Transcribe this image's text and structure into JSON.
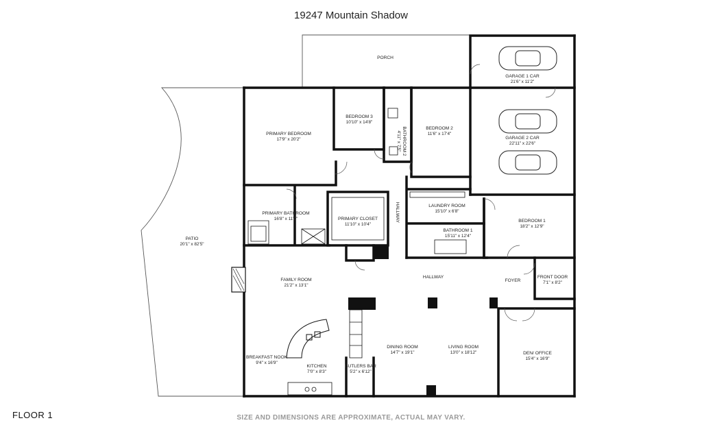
{
  "title": "19247 Mountain Shadow",
  "floor_label": "FLOOR 1",
  "footer_note": "SIZE AND DIMENSIONS ARE APPROXIMATE, ACTUAL MAY VARY.",
  "rooms": {
    "porch": {
      "name": "PORCH"
    },
    "garage1": {
      "name": "GARAGE 1 CAR",
      "dim": "21'6\" x 11'2\""
    },
    "garage2": {
      "name": "GARAGE 2 CAR",
      "dim": "22'11\" x 22'6\""
    },
    "primary_bedroom": {
      "name": "PRIMARY BEDROOM",
      "dim": "17'9\" x 20'2\""
    },
    "bedroom3": {
      "name": "BEDROOM 3",
      "dim": "10'10\" x 14'8\""
    },
    "bathroom2": {
      "name": "BATHROOM 2",
      "dim": "4'11\" x 7'5\""
    },
    "bedroom2": {
      "name": "BEDROOM 2",
      "dim": "11'6\" x 17'4\""
    },
    "hallway_upper": {
      "name": "HALLWAY"
    },
    "primary_bathroom": {
      "name": "PRIMARY BATHROOM",
      "dim": "16'8\" x 11'9\""
    },
    "primary_closet": {
      "name": "PRIMARY CLOSET",
      "dim": "11'10\" x 10'4\""
    },
    "laundry_room": {
      "name": "LAUNDRY ROOM",
      "dim": "15'10\" x 6'8\""
    },
    "bathroom1": {
      "name": "BATHROOM 1",
      "dim": "15'11\" x 12'4\""
    },
    "bedroom1": {
      "name": "BEDROOM 1",
      "dim": "18'2\" x 12'9\""
    },
    "patio": {
      "name": "PATIO",
      "dim": "20'1\" x 82'5\""
    },
    "family_room": {
      "name": "FAMILY ROOM",
      "dim": "21'2\" x 13'1\""
    },
    "hallway_main": {
      "name": "HALLWAY"
    },
    "foyer": {
      "name": "FOYER"
    },
    "front_door": {
      "name": "FRONT DOOR",
      "dim": "7'1\" x 8'2\""
    },
    "breakfast_nook": {
      "name": "BREAKFAST NOOK",
      "dim": "9'4\" x 16'9\""
    },
    "kitchen": {
      "name": "KITCHEN",
      "dim": "7'0\" x 8'3\""
    },
    "butlers_bar": {
      "name": "BUTLERS BAR",
      "dim": "5'2\" x 6'12\""
    },
    "dining_room": {
      "name": "DINING ROOM",
      "dim": "14'7\" x 19'1\""
    },
    "living_room": {
      "name": "LIVING ROOM",
      "dim": "13'0\" x 18'12\""
    },
    "den_office": {
      "name": "DEN/ OFFICE",
      "dim": "15'4\" x 16'9\""
    }
  }
}
